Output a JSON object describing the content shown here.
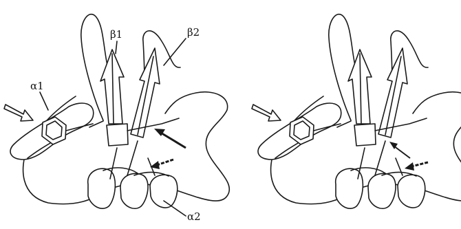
{
  "figure": {
    "labels": {
      "beta1": "β1",
      "beta2": "β2",
      "alpha1": "α1",
      "alpha2": "α2"
    },
    "panels": [
      {
        "name": "left-stereo-view",
        "labeled": true
      },
      {
        "name": "right-stereo-view",
        "labeled": false
      }
    ],
    "colors": {
      "ink": "#1a1a1a",
      "background": "#ffffff"
    },
    "arrows": [
      {
        "name": "open-arrow",
        "style": "outlined"
      },
      {
        "name": "solid-arrow-upper",
        "style": "filled"
      },
      {
        "name": "solid-arrow-lower",
        "style": "filled"
      }
    ]
  }
}
